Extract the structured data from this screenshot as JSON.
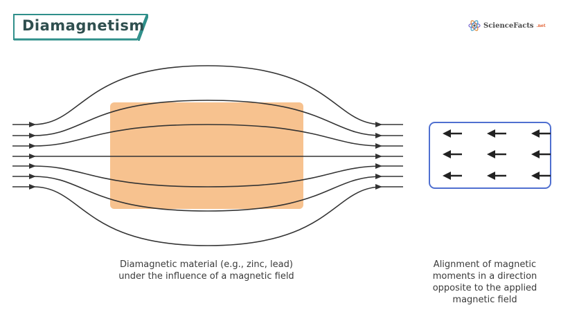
{
  "title": "Diamagnetism",
  "logo": {
    "name": "ScienceFacts",
    "suffix": ".net"
  },
  "captions": {
    "material": "Diamagnetic material (e.g., zinc, lead)\nunder the influence of a magnetic field",
    "alignment": "Alignment of magnetic\nmoments in a direction\nopposite to the applied\nmagnetic field"
  },
  "colors": {
    "material_fill": "#f7c28f",
    "field_line": "#333333",
    "moment_box_border": "#4f6fd0",
    "title_border": "#2f8f8a"
  },
  "moments": {
    "rows": 3,
    "cols": 3,
    "direction": "left"
  }
}
